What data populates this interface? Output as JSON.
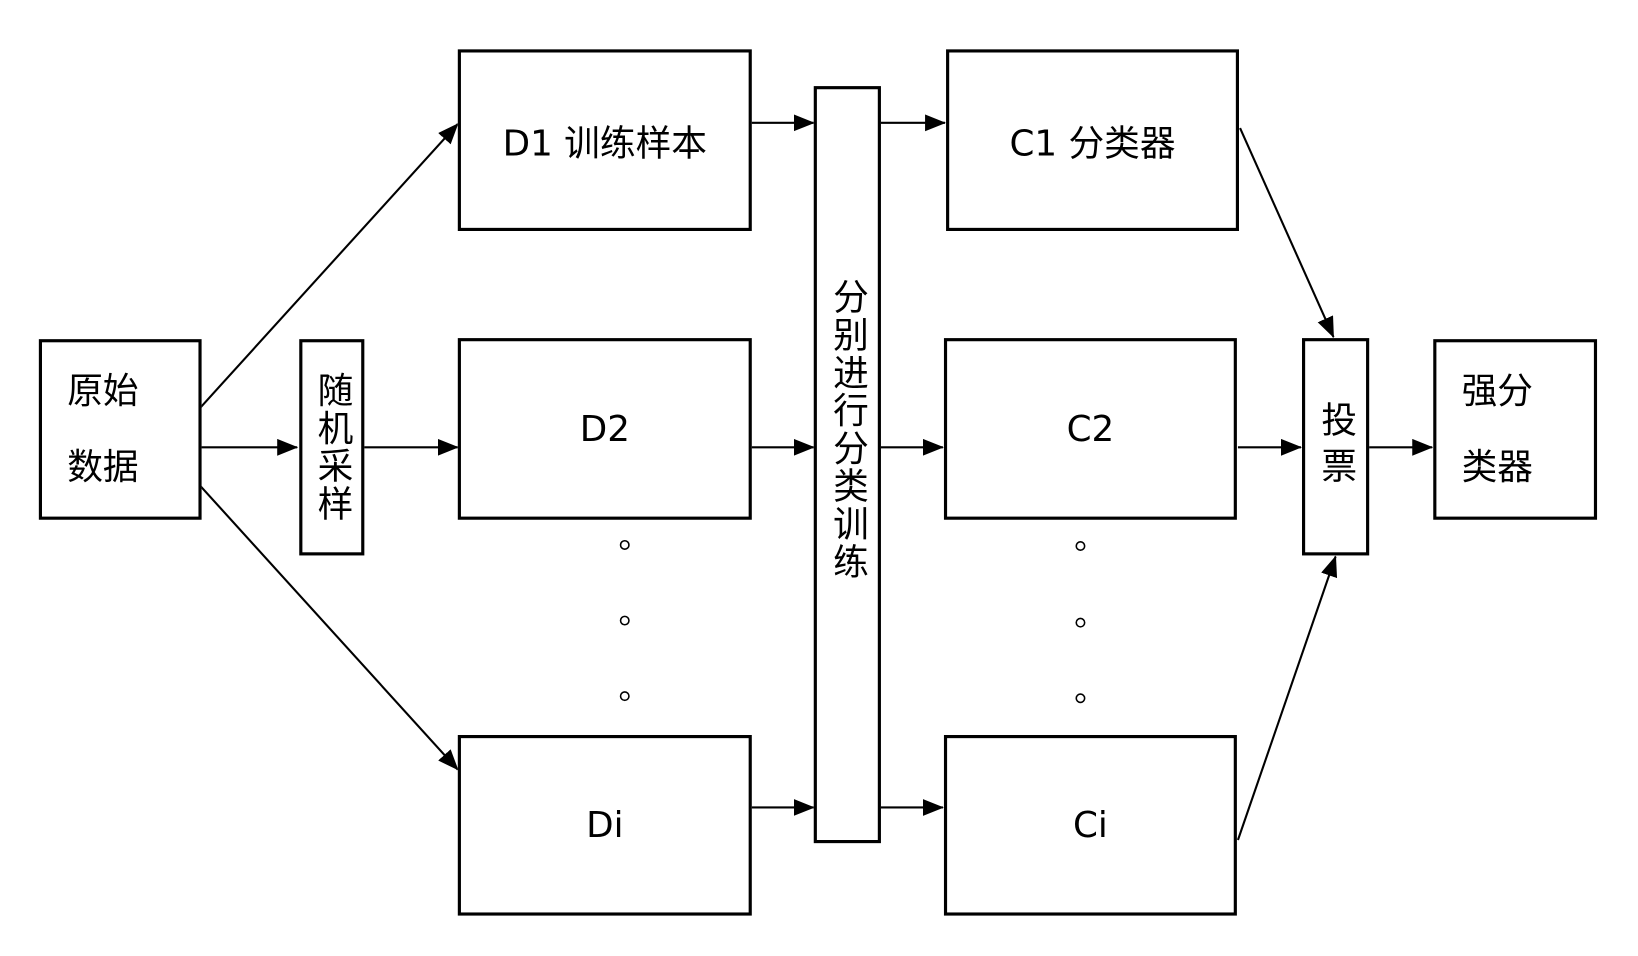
{
  "diagram": {
    "raw_data": {
      "line1": "原始",
      "line2": "数据"
    },
    "random_sampling": "随机采样",
    "samples": [
      "D1 训练样本",
      "D2",
      "Di"
    ],
    "train_each": "分别进行分类训练",
    "classifiers": [
      "C1 分类器",
      "C2",
      "Ci"
    ],
    "vote": "投票",
    "strong_classifier": {
      "line1": "强分",
      "line2": "类器"
    }
  }
}
